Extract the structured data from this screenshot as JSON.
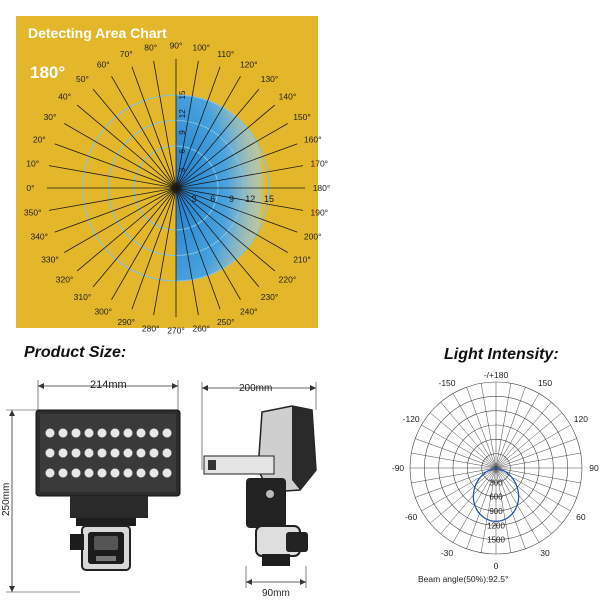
{
  "detect": {
    "title": "Detecting Area Chart",
    "angle_label": "180°",
    "bg_color": "#e4b72b",
    "ring_color": "#7cc3e6",
    "fill_color": "#3a96d8",
    "radial_labels": [
      "3",
      "6",
      "9",
      "12",
      "15"
    ],
    "angles": [
      "0°",
      "10°",
      "20°",
      "30°",
      "40°",
      "50°",
      "60°",
      "70°",
      "80°",
      "90°",
      "100°",
      "110°",
      "120°",
      "130°",
      "140°",
      "150°",
      "160°",
      "170°",
      "180°",
      "190°",
      "200°",
      "210°",
      "220°",
      "230°",
      "240°",
      "250°",
      "260°",
      "270°",
      "280°",
      "290°",
      "300°",
      "310°",
      "320°",
      "330°",
      "340°",
      "350°"
    ]
  },
  "product": {
    "heading": "Product Size:",
    "width_front": "214mm",
    "height_front": "250mm",
    "width_side": "200mm",
    "width_bottom": "90mm"
  },
  "light": {
    "heading": "Light Intensity:",
    "top_label": "-/+180",
    "angle_labels": [
      "150",
      "120",
      "90",
      "60",
      "30",
      "0",
      "-30",
      "-60",
      "-90",
      "-120",
      "-150"
    ],
    "radial_values": [
      "300",
      "600",
      "900",
      "1200",
      "1500"
    ],
    "beam_angle": "Beam angle(50%):92.5°",
    "curve_color": "#2b55a8"
  }
}
